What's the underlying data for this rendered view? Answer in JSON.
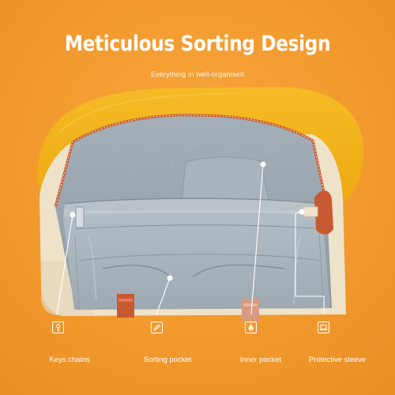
{
  "header": {
    "title": "Meticulous Sorting Design",
    "subtitle": "Everything in well-organised"
  },
  "features": [
    {
      "label": "Keys chains",
      "icon": "key-icon"
    },
    {
      "label": "Sorting pocket",
      "icon": "pen-icon"
    },
    {
      "label": "Inner pocket",
      "icon": "money-bag-icon"
    },
    {
      "label": "Protective sleeve",
      "icon": "laptop-icon"
    }
  ],
  "colors": {
    "background": "#f29a2e",
    "flap": "#f2b21c",
    "bag_body": "#efe3cb",
    "lining": "#9aa6b0",
    "zipper": "#c85a33",
    "text": "#ffffff"
  }
}
